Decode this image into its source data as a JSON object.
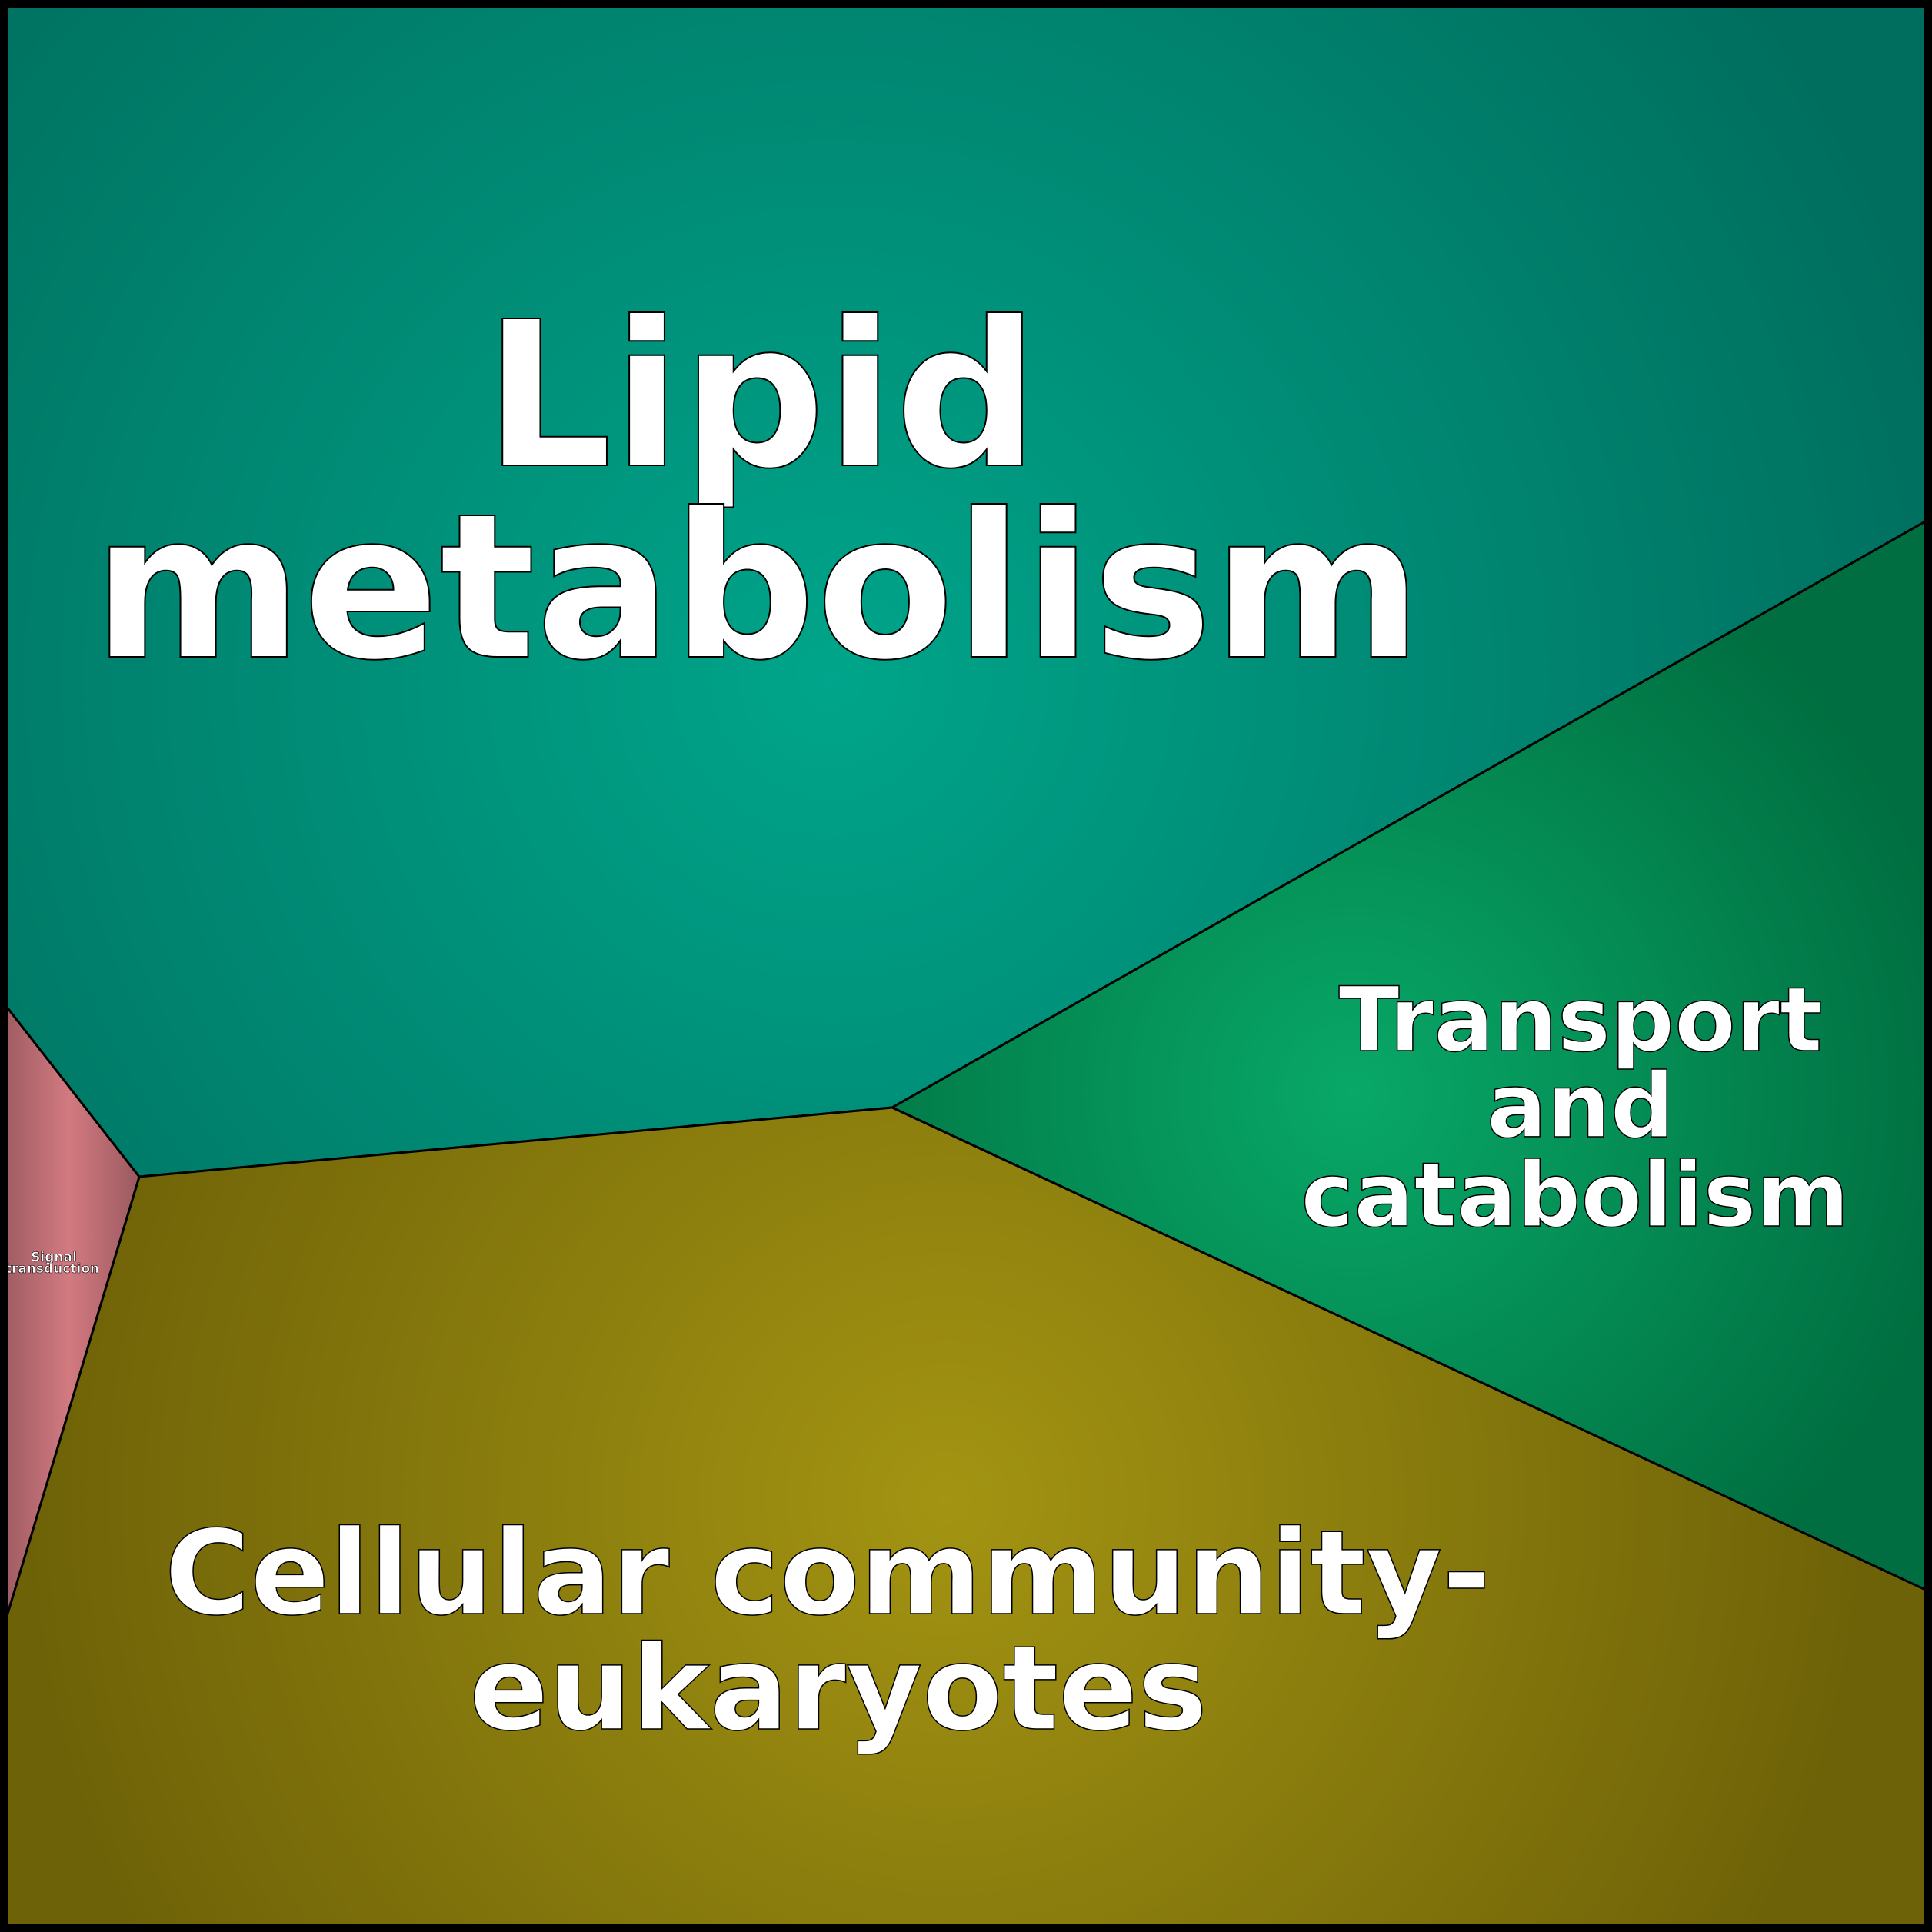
{
  "cells": [
    {
      "name": "Lipid metabolism",
      "lines": [
        "Lipid",
        "metabolism"
      ],
      "color_center": "#00a58a",
      "color_edge": "#006e5e"
    },
    {
      "name": "Transport and catabolism",
      "lines": [
        "Transport",
        "and",
        "catabolism"
      ],
      "color_center": "#08a868",
      "color_edge": "#006e40"
    },
    {
      "name": "Cellular community- eukaryotes",
      "lines": [
        "Cellular community-",
        "eukaryotes"
      ],
      "color_center": "#a39412",
      "color_edge": "#6e6208"
    },
    {
      "name": "Signal transduction",
      "lines": [
        "Signal",
        "transduction"
      ],
      "color_center": "#d27a80",
      "color_edge": "#9a5a60"
    }
  ]
}
